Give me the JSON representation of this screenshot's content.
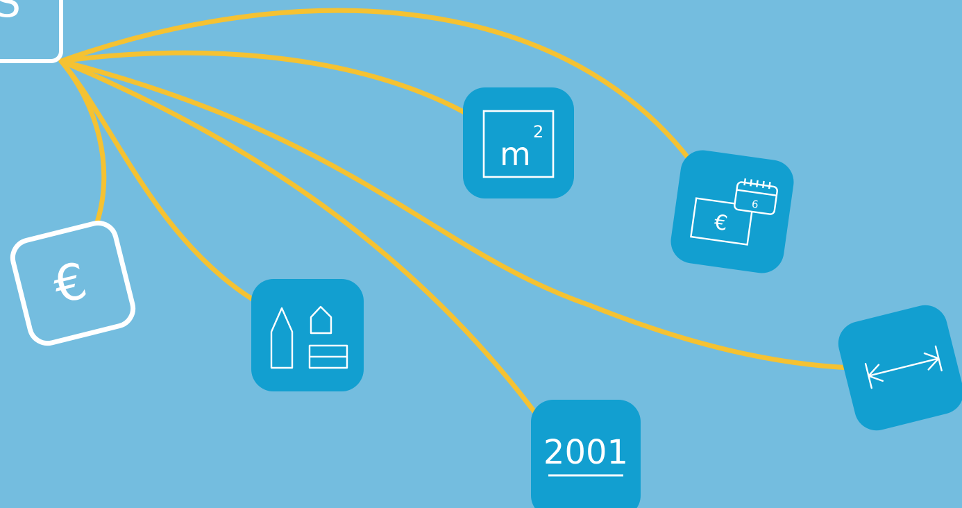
{
  "colors": {
    "background": "#74bddf",
    "connector": "#f5c232",
    "tile": "#129fd0",
    "outline": "#ffffff"
  },
  "hub": {
    "letter": "S",
    "icon": "hub-outline-square"
  },
  "nodes": [
    {
      "id": "price",
      "icon": "euro-icon",
      "label": "€",
      "style": "outline"
    },
    {
      "id": "buildings",
      "icon": "buildings-icon",
      "label": "",
      "style": "filled"
    },
    {
      "id": "area",
      "icon": "square-meters-icon",
      "label": "m",
      "superscript": "2",
      "style": "filled"
    },
    {
      "id": "year",
      "icon": "year-built-icon",
      "label": "2001",
      "style": "filled"
    },
    {
      "id": "rent",
      "icon": "rent-calendar-icon",
      "label": "€",
      "calendar_day": "6",
      "style": "filled"
    },
    {
      "id": "distance",
      "icon": "distance-arrow-icon",
      "label": "",
      "style": "filled"
    }
  ]
}
